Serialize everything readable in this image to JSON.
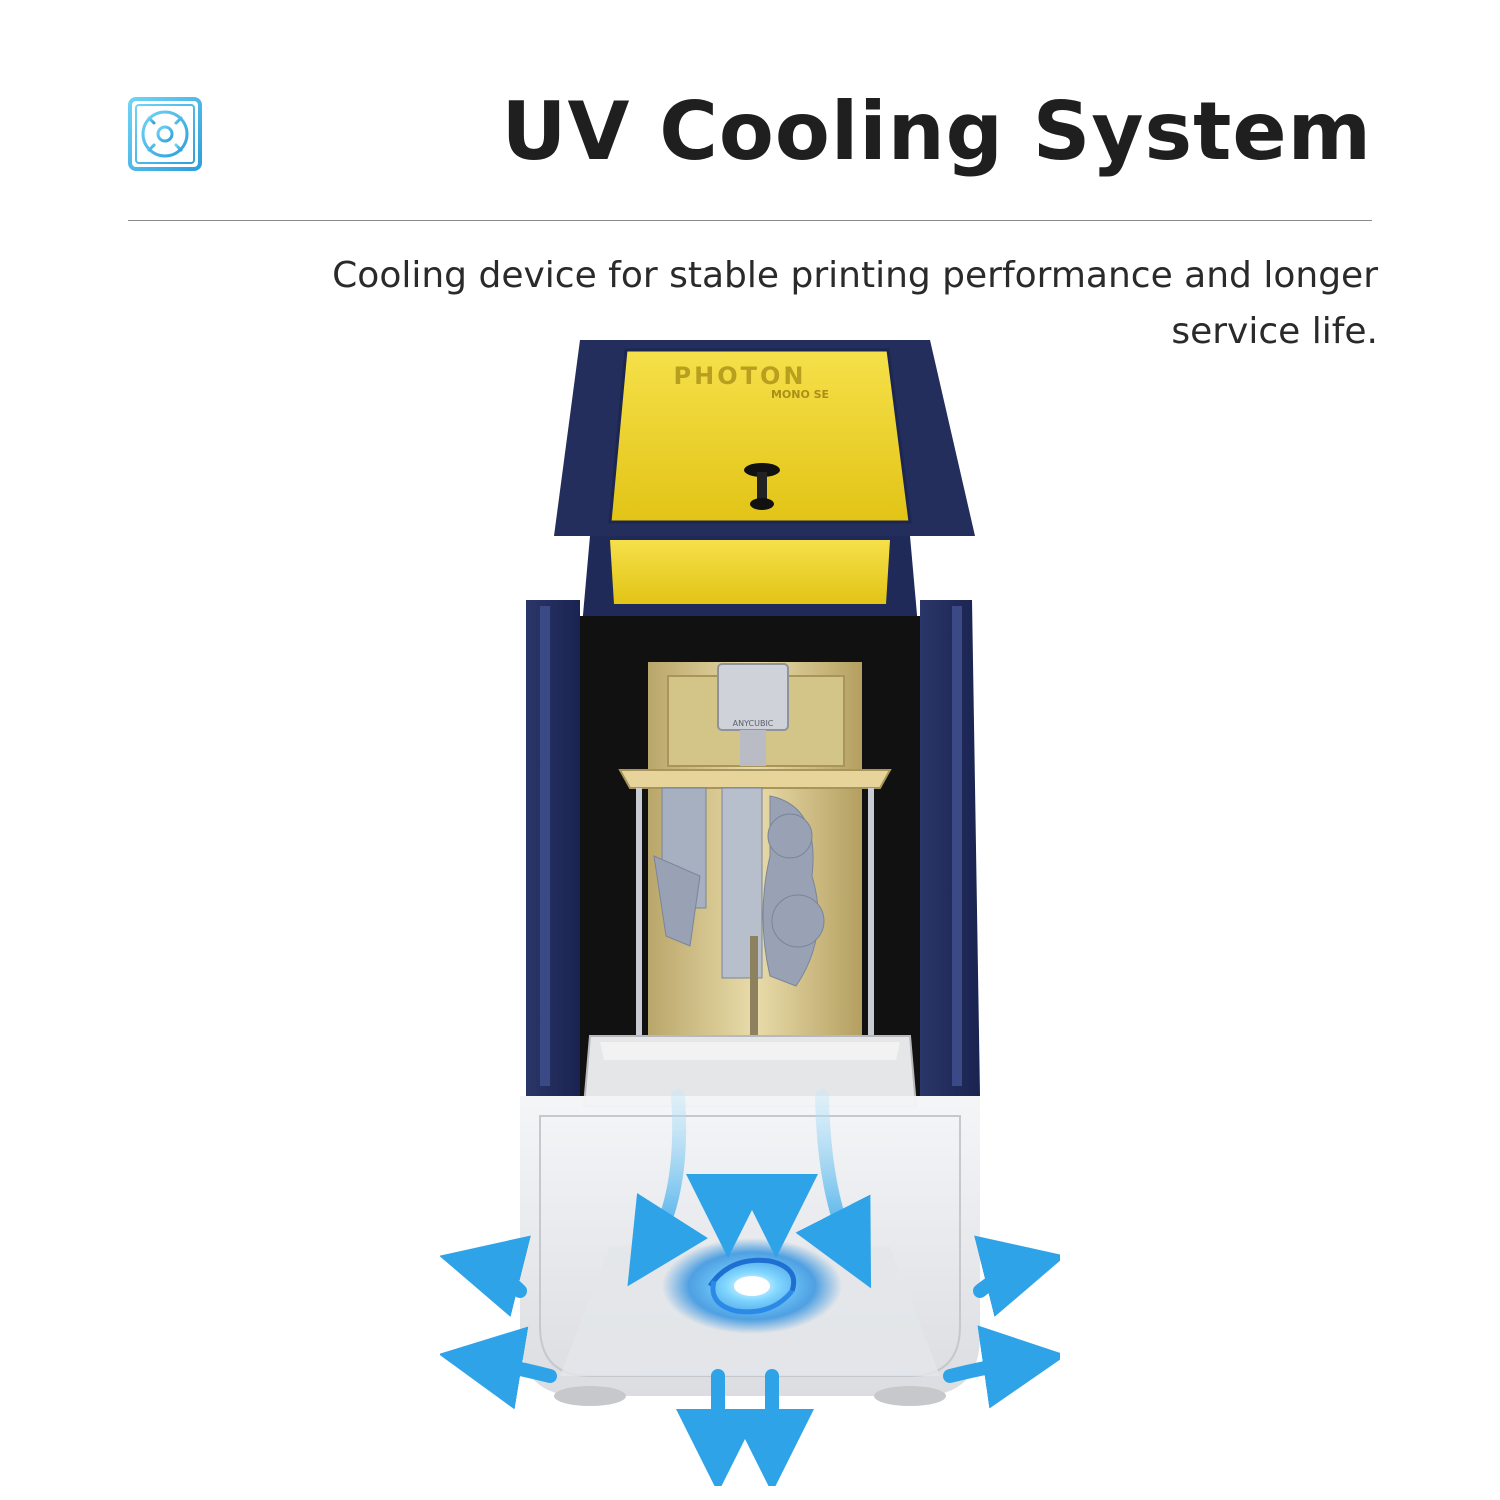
{
  "header": {
    "title": "UV Cooling System",
    "subtitle": "Cooling device for stable printing performance and longer service life."
  },
  "product": {
    "lid_brand": "PHOTON",
    "lid_model": "MONO SE",
    "plate_brand": "ANYCUBIC"
  },
  "icons": {
    "header_icon": "fan-icon",
    "airflow": "airflow-arrows-icon",
    "fan_glow": "cooling-fan-icon"
  },
  "colors": {
    "accent": "#3cb4e6",
    "frame": "#1f2a5a",
    "lid": "#f2d92a",
    "title": "#1f1f1f"
  }
}
